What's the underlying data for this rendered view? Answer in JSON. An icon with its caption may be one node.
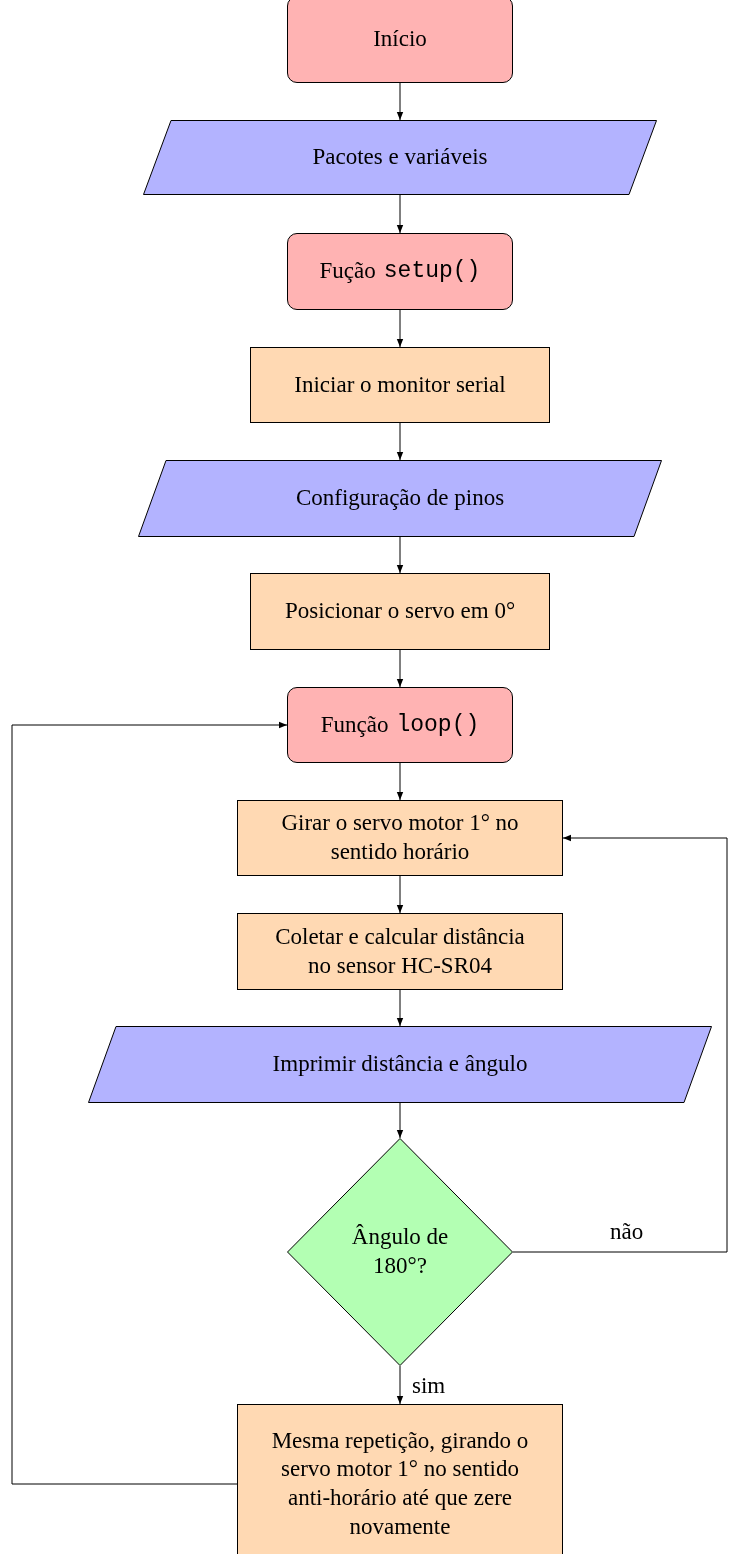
{
  "diagram": {
    "nodes": [
      {
        "text": [
          "Início"
        ]
      },
      {
        "text": [
          "Pacotes e variáveis"
        ]
      },
      {
        "text": [
          "Fução",
          "setup()"
        ]
      },
      {
        "text": [
          "Iniciar o monitor serial"
        ]
      },
      {
        "text": [
          "Configuração de pinos"
        ]
      },
      {
        "text": [
          "Posicionar o servo em 0°"
        ]
      },
      {
        "text": [
          "Função",
          "loop()"
        ]
      },
      {
        "text": [
          "Girar o servo motor 1° no sentido horário"
        ]
      },
      {
        "text": [
          "Coletar e calcular distância no sensor HC-SR04"
        ]
      },
      {
        "text": [
          "Imprimir distância e ângulo"
        ]
      },
      {
        "text": [
          "Ângulo de 180°?"
        ]
      },
      {
        "text": [
          "Mesma repetição, girando o servo motor 1° no sentido anti-horário até que zere novamente"
        ]
      }
    ],
    "edges": [
      {
        "from": 0,
        "to": 1,
        "arrow": "to"
      },
      {
        "from": 1,
        "to": 2,
        "arrow": "to"
      },
      {
        "from": 2,
        "to": 3,
        "arrow": "to"
      },
      {
        "from": 3,
        "to": 4,
        "arrow": "to"
      },
      {
        "from": 4,
        "to": 5,
        "arrow": "to"
      },
      {
        "from": 5,
        "to": 6,
        "arrow": "to"
      },
      {
        "from": 6,
        "to": 7,
        "arrow": "to"
      },
      {
        "from": 7,
        "to": 8,
        "arrow": "to"
      },
      {
        "from": 8,
        "to": 9,
        "arrow": "to"
      },
      {
        "from": 9,
        "to": 10,
        "arrow": "to"
      },
      {
        "from": 10,
        "to": 11,
        "arrow": "to",
        "label": "sim"
      },
      {
        "from": 10,
        "to": 7,
        "arrow": "to",
        "label": "não"
      },
      {
        "from": 11,
        "to": 6,
        "arrow": "to"
      }
    ]
  }
}
